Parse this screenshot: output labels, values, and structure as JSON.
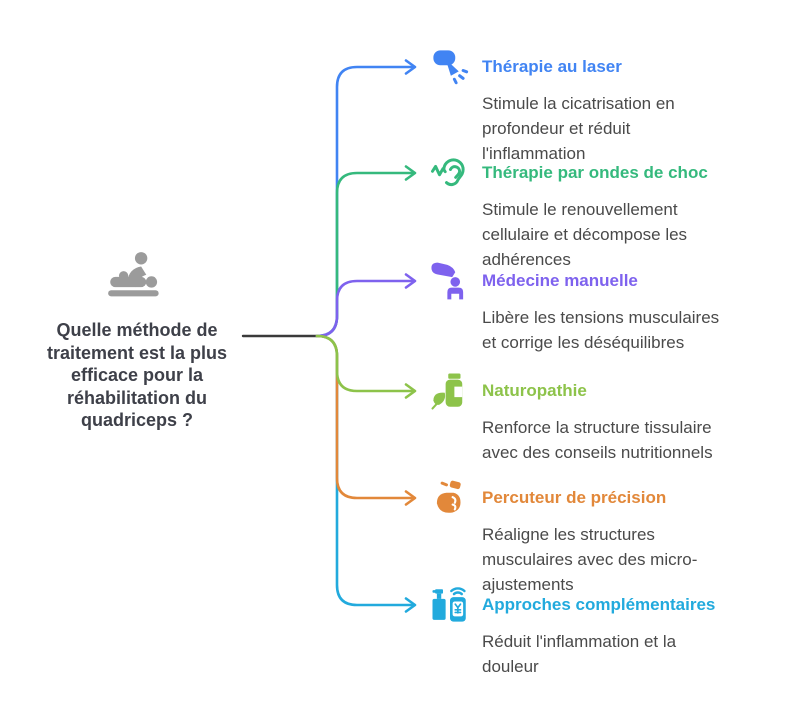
{
  "palette": {
    "background": "#ffffff",
    "trunk_line": "#3a3a3a",
    "description_text": "#4a4a4a",
    "question_text": "#3e4049",
    "center_icon": "#9b9b9b"
  },
  "center": {
    "icon": "massage-therapy-icon",
    "question": "Quelle méthode de\ntraitement est la plus\nefficace pour la\nréhabilitation du\nquadriceps ?"
  },
  "branches": [
    {
      "icon": "laser-hand-icon",
      "title": "Thérapie au laser",
      "description": "Stimule la cicatrisation en\nprofondeur et réduit\nl'inflammation",
      "color": "#4184f3"
    },
    {
      "icon": "ear-wave-icon",
      "title": "Thérapie par ondes de choc",
      "description": "Stimule le renouvellement\ncellulaire et décompose les\nadhérences",
      "color": "#35b97d"
    },
    {
      "icon": "hand-person-icon",
      "title": "Médecine manuelle",
      "description": "Libère les tensions musculaires\net corrige les déséquilibres",
      "color": "#7e62ee"
    },
    {
      "icon": "bottle-leaf-icon",
      "title": "Naturopathie",
      "description": "Renforce la structure tissulaire\navec des conseils nutritionnels",
      "color": "#8dc34a"
    },
    {
      "icon": "fist-percussor-icon",
      "title": "Percuteur de précision",
      "description": "Réaligne les structures\nmusculaires avec des micro-\najustements",
      "color": "#e2883a"
    },
    {
      "icon": "bottle-phone-icon",
      "title": "Approches complémentaires",
      "description": "Réduit l'inflammation et la\ndouleur",
      "color": "#22aadd"
    }
  ]
}
